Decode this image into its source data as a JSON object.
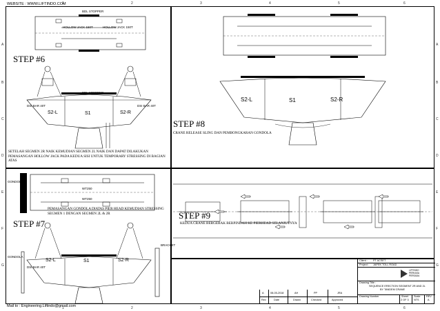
{
  "header": {
    "website": "WEBSITE : WWW.LIFTINDO.COM"
  },
  "footer": {
    "mail": "Mail to : Engineering.Liftindo@gmail.com"
  },
  "grid": {
    "cols": [
      "1",
      "2",
      "3",
      "4",
      "5",
      "6"
    ],
    "rows": [
      "A",
      "B",
      "C",
      "D",
      "E",
      "F",
      "G"
    ]
  },
  "steps": {
    "s6": {
      "title": "STEP #6",
      "note": "SETELAH SEGMEN 2R NAIK KEMUDIAN SEGMEN 2L NAIK DAN DAPAT DILAKUKAN PEMASANGAN HOLLOW JACK PADA KEDUA SISI UNTUK TEMPORARY STRESSING DI BAGIAN ATAS"
    },
    "s7": {
      "title": "STEP #7",
      "note": "PEMASANGAN GONDOLA DIATAS PIER HEAD KEMUDIAN STRESSING SEGMEN 1 DENGAN SEGMEN 2L & 2R"
    },
    "s8": {
      "title": "STEP #8",
      "note": "CRANE RELEASE SLING DAN PEMBONGKARAN GONDOLA"
    },
    "s9": {
      "title": "STEP #9",
      "note": "KEDUA CRANE BERGERAK BERPINDAH KE PIERHEAD SELANJUTNYA"
    }
  },
  "segments": {
    "left": "S2-L",
    "center": "S1",
    "right": "S2-R"
  },
  "labels": {
    "hollow_jack": "HOLLOW JACK 150T",
    "bdl_stopper": "BDL STOPPER",
    "dsi_bar": "DSI BAR 40T",
    "gondola": "GONDOLA",
    "bracket": "BRACKET",
    "wt": "WT250"
  },
  "title_block": {
    "client_label": "Client :",
    "client": "PT ACSET",
    "project_label": "Project :",
    "project": "JAPEK TOLL ROAD",
    "logo_line1": "LIFTINDO",
    "logo_line2": "PERKASA",
    "logo_line3": "PERSADA",
    "drawing_title_label": "Drawing Title :",
    "drawing_title_1": "SEQUENCE ERECTION SEGMENT 2R AND 2L",
    "drawing_title_2": "BY TANDEM CRANE",
    "drawing_number_label": "Drawing Number",
    "sheet_label": "Sheet",
    "sheet": "2 OF 3",
    "scale_label": "Scale",
    "scale": "NTS",
    "rev_label": "REV",
    "rev": "A",
    "revision": {
      "rev": "A",
      "date": "08-05-2018",
      "drawn": "AH",
      "checked": "PP",
      "approved": "JRA"
    },
    "cols": {
      "rev": "Rev",
      "date": "Date",
      "drawn": "Drawn",
      "checked": "Checked",
      "approved": "Approved"
    }
  }
}
